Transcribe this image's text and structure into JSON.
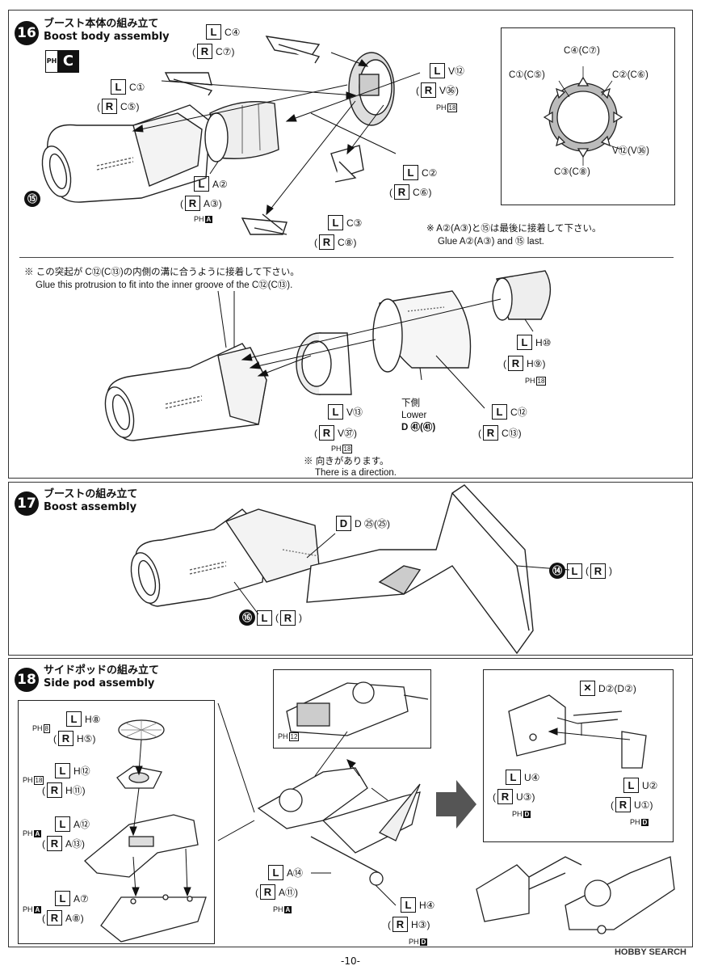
{
  "step16": {
    "number": "16",
    "title_jp": "ブースト本体の組み立て",
    "title_en": "Boost body assembly",
    "paint_badge": {
      "ph": "PH",
      "letter": "C"
    },
    "labels": {
      "c4": {
        "l": "C④",
        "r": "C⑦"
      },
      "c1": {
        "l": "C①",
        "r": "C⑤"
      },
      "v12": {
        "l": "V⑫",
        "r": "V㊱"
      },
      "a2": {
        "l": "A②",
        "r": "A③"
      },
      "c2": {
        "l": "C②",
        "r": "C⑥"
      },
      "c3": {
        "l": "C③",
        "r": "C⑧"
      }
    },
    "paint_notes": {
      "v12": "18",
      "a2": "A"
    },
    "part_ref": "⑮",
    "detail": {
      "top": "C④(C⑦)",
      "left": "C①(C⑤)",
      "right": "C②(C⑥)",
      "lowright": "V⑫(V㊱)",
      "bottom": "C③(C⑧)"
    },
    "glue_note_jp": "※ A②(A③)と⑮は最後に接着して下さい。",
    "glue_note_en": "Glue A②(A③) and ⑮ last.",
    "groove_note_jp": "※ この突起が C⑫(C⑬)の内側の溝に合うように接着して下さい。",
    "groove_note_en": "Glue this protrusion to fit into the inner groove of the C⑫(C⑬).",
    "labels2": {
      "h10": {
        "l": "H⑩",
        "r": "H⑨"
      },
      "v13": {
        "l": "V⑬",
        "r": "V㊲"
      },
      "c12": {
        "l": "C⑫",
        "r": "C⑬"
      }
    },
    "paint_notes2": {
      "h10": "18",
      "v13": "18"
    },
    "lower_jp": "下側",
    "lower_en": "Lower",
    "lower_part": "D ㊶(㊶)",
    "direction_jp": "※ 向きがあります。",
    "direction_en": "There is a direction."
  },
  "step17": {
    "number": "17",
    "title_jp": "ブーストの組み立て",
    "title_en": "Boost assembly",
    "d25": "D ㉕(㉕)",
    "ref14": "⑭",
    "ref16": "⑯"
  },
  "step18": {
    "number": "18",
    "title_jp": "サイドポッドの組み立て",
    "title_en": "Side pod assembly",
    "left": {
      "h8": {
        "l": "H⑧",
        "r": "H⑤",
        "ph": "8"
      },
      "h12": {
        "l": "H⑫",
        "r": "H⑪",
        "ph": "18"
      },
      "a12": {
        "l": "A⑫",
        "r": "A⑬",
        "ph": "A"
      },
      "a7": {
        "l": "A⑦",
        "r": "A⑧",
        "ph": "A"
      }
    },
    "center": {
      "inset_ph": "12",
      "a14": {
        "l": "A⑭",
        "r": "A⑪",
        "ph": "A"
      },
      "h4": {
        "l": "H④",
        "r": "H③",
        "ph": "D"
      }
    },
    "right": {
      "d2": "D②(D②)",
      "u4": {
        "l": "U④",
        "r": "U③",
        "ph": "D"
      },
      "u2": {
        "l": "U②",
        "r": "U①",
        "ph": "D"
      }
    }
  },
  "footer": {
    "page": "-10-",
    "watermark": "HOBBY SEARCH"
  }
}
